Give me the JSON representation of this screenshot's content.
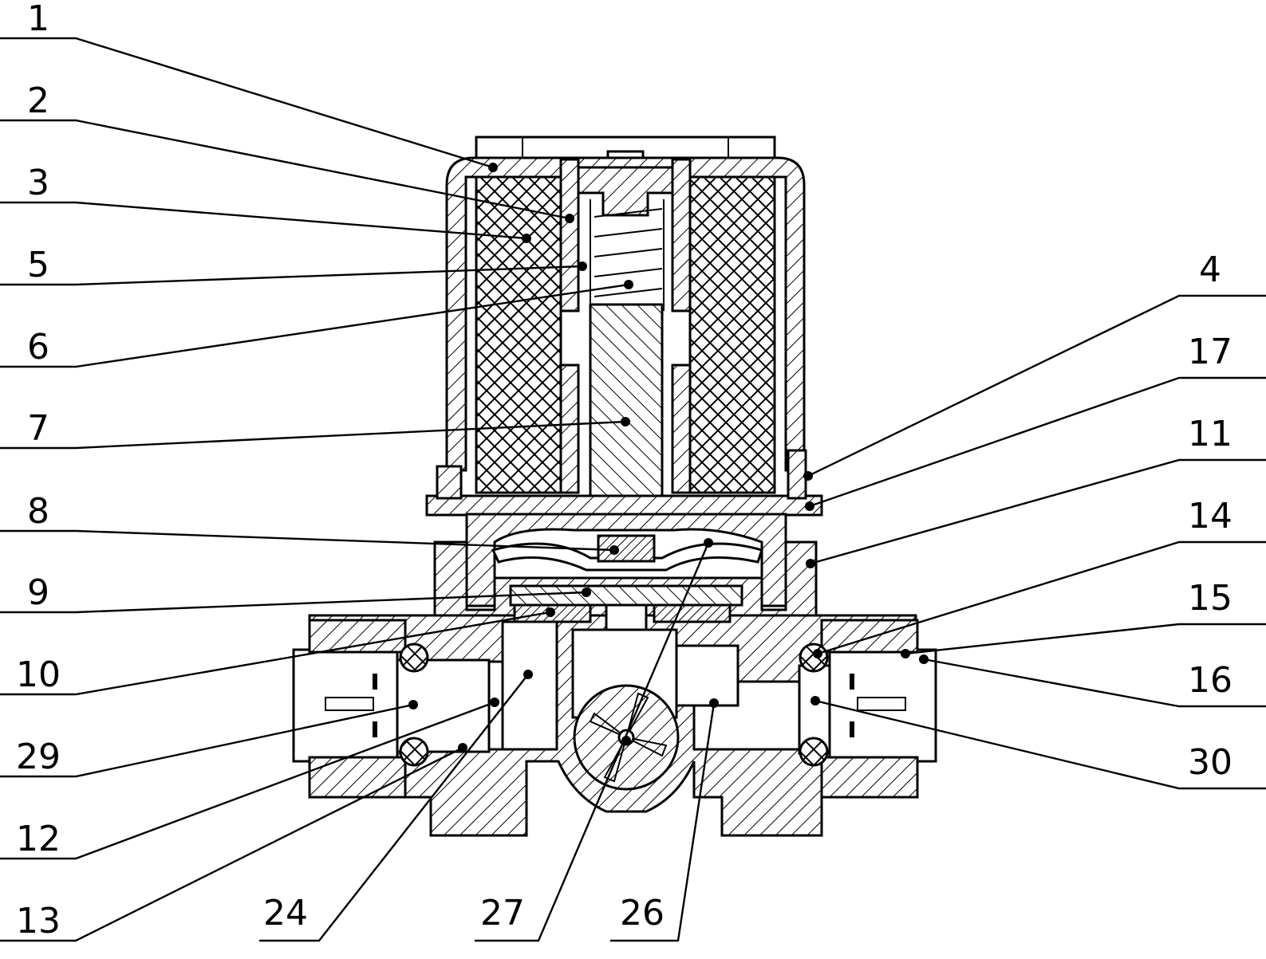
{
  "diagram": {
    "type": "solenoid valve cross-section",
    "labels_left": [
      "1",
      "2",
      "3",
      "5",
      "6",
      "7",
      "8",
      "9",
      "10",
      "29",
      "12",
      "13"
    ],
    "labels_right": [
      "4",
      "17",
      "11",
      "14",
      "15",
      "16",
      "30"
    ],
    "labels_bottom": [
      "24",
      "27",
      "26"
    ]
  }
}
